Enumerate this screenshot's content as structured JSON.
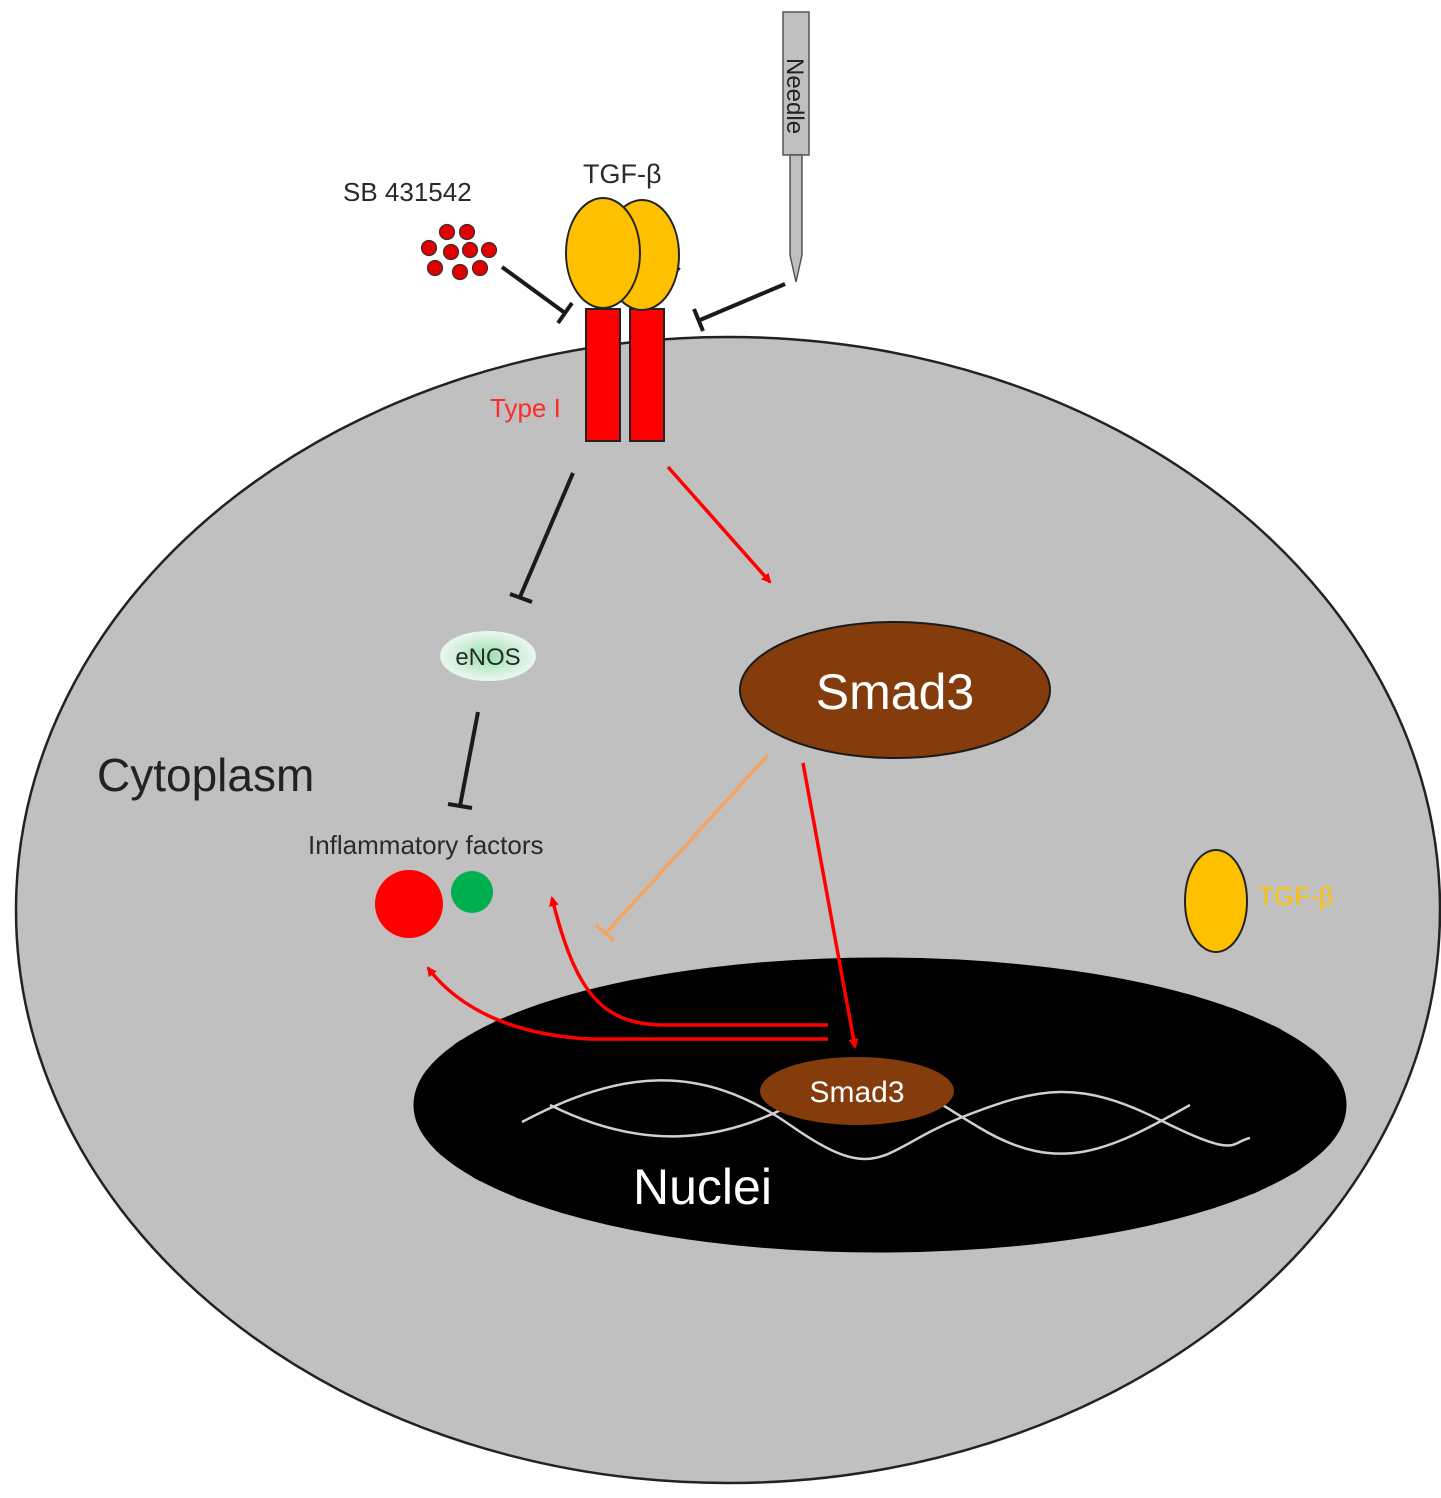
{
  "labels": {
    "sb": "SB 431542",
    "tgf_top": "TGF-β",
    "needle": "Needle",
    "type_i": "Type I",
    "enos": "eNOS",
    "smad3_cyto": "Smad3",
    "cytoplasm": "Cytoplasm",
    "inflammatory": "Inflammatory factors",
    "tgf_free": "TGF-β",
    "smad3_nuc": "Smad3",
    "nuclei": "Nuclei"
  },
  "colors": {
    "cell_fill": "#c0c0c0",
    "outline": "#222222",
    "receptor": "#ff0000",
    "ligand": "#ffc000",
    "smad": "#843c0c",
    "nucleus": "#000000",
    "activation_arrow": "#ff0000",
    "orange_inhibition": "#f4a460",
    "enos_fill": "#a8e6b8",
    "factor_red": "#ff0000",
    "factor_green": "#00b050",
    "needle_fill": "#bfbfbf",
    "text_dark": "#2a2a2a",
    "text_light": "#ffffff"
  }
}
